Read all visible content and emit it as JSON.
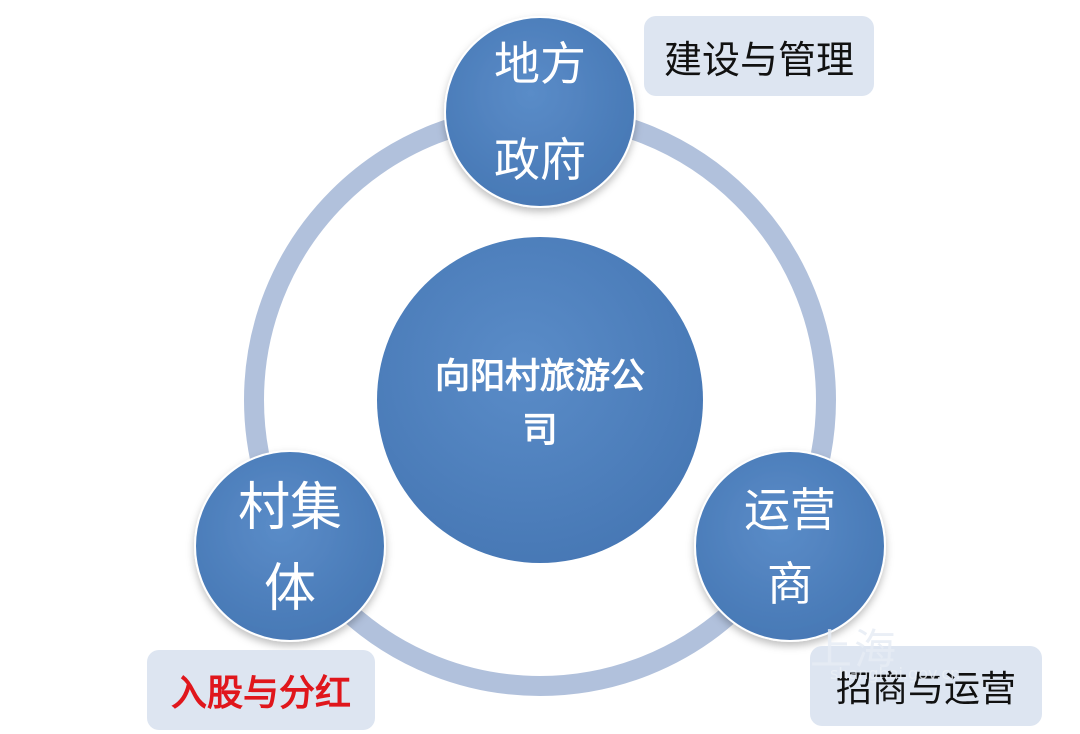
{
  "center": {
    "line1": "向阳村旅游公",
    "line2": "司"
  },
  "nodes": {
    "top": {
      "line1": "地方",
      "line2": "政府"
    },
    "left": {
      "line1": "村集",
      "line2": "体"
    },
    "right": {
      "line1": "运营",
      "line2": "商"
    }
  },
  "labels": {
    "top": "建设与管理",
    "left": "入股与分红",
    "right": "招商与运营"
  },
  "watermark": {
    "text": "上海",
    "sub": "shanghai.gov.cn"
  },
  "colors": {
    "node_fill": "#4f81bd",
    "ring": "#b1c1dc",
    "label_bg": "#dde5f1",
    "highlight_text": "#e0161c"
  },
  "icons": {
    "watermark": "shanghai-calligraphy-logo"
  }
}
